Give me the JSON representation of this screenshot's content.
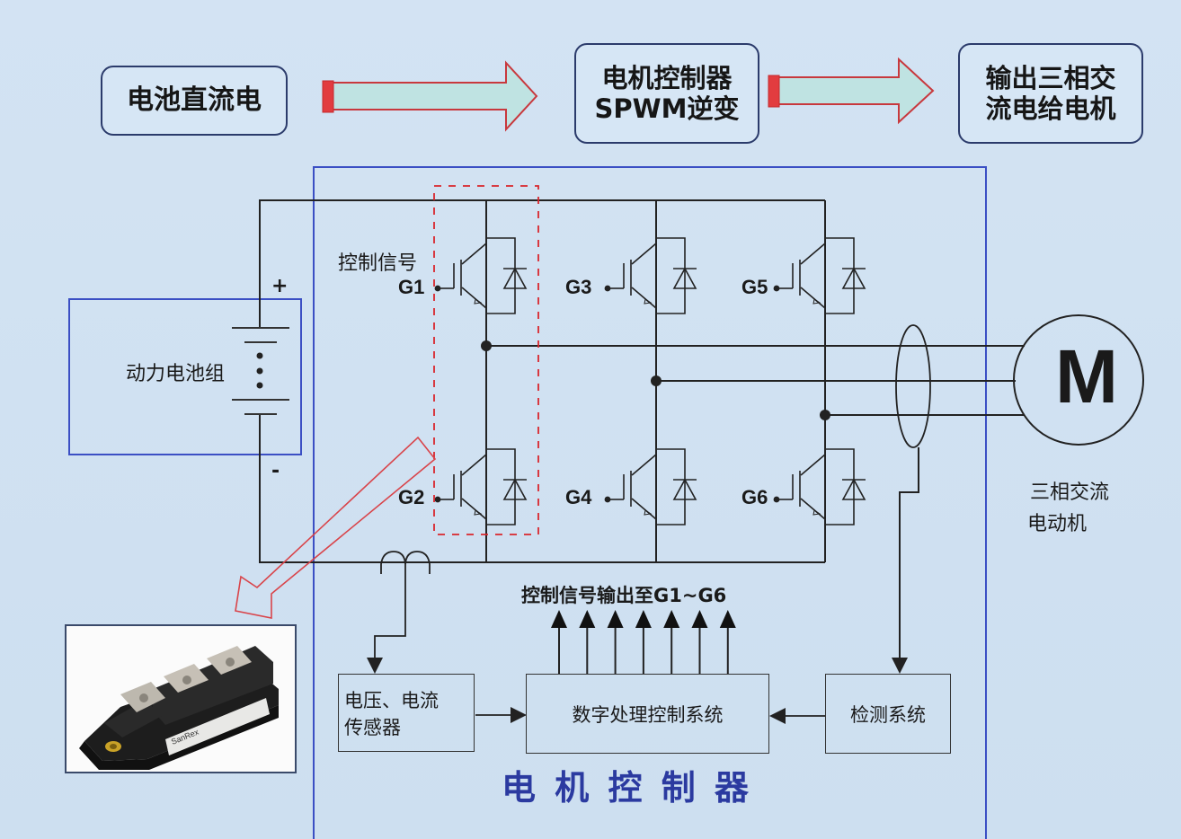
{
  "flow": {
    "step1": "电池直流电",
    "step2_line1": "电机控制器",
    "step2_line2": "SPWM逆变",
    "step3_line1": "输出三相交",
    "step3_line2": "流电给电机"
  },
  "battery": {
    "label": "动力电池组",
    "plus": "+",
    "minus": "-"
  },
  "inverter": {
    "control_signal_label": "控制信号",
    "gates": [
      "G1",
      "G2",
      "G3",
      "G4",
      "G5",
      "G6"
    ]
  },
  "motor": {
    "symbol": "M",
    "label_line1": "三相交流",
    "label_line2": "电动机"
  },
  "controller": {
    "output_label": "控制信号输出至G1~G6",
    "sensor_line1": "电压、电流",
    "sensor_line2": "传感器",
    "dsp": "数字处理控制系统",
    "detect": "检测系统",
    "title": "电 机 控 制 器"
  },
  "photo": {
    "description": "IGBT power module photo",
    "label_text": "SanRex"
  },
  "colors": {
    "background": "#cfe0f1",
    "controller_border": "#3b4fc4",
    "highlight_red": "#d9262c",
    "arrow_fill": "#bfe3e2",
    "title_blue": "#2b3aa0"
  }
}
